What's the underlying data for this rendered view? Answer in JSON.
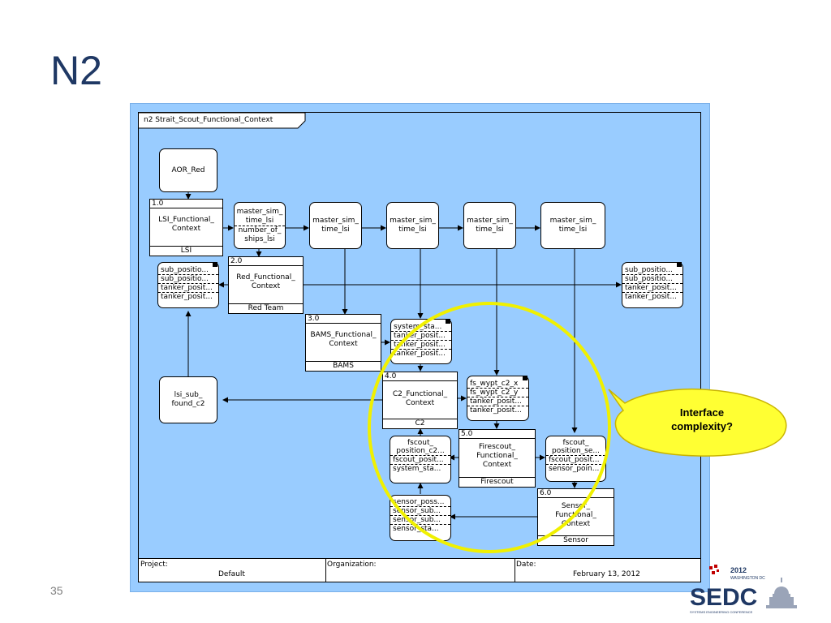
{
  "slide": {
    "title": "N2",
    "page_number": "35"
  },
  "diagram": {
    "tab_title": "n2 Strait_Scout_Functional_Context",
    "nodes": {
      "aor_red": "AOR_Red",
      "lsi_sub_found_c2_line1": "lsi_sub_",
      "lsi_sub_found_c2_line2": "found_c2",
      "msim_a_line1": "master_sim_",
      "msim_a_line2": "time_lsi",
      "msim_a_line3": "number_of_",
      "msim_a_line4": "ships_lsi",
      "msim_line1": "master_sim_",
      "msim_line2": "time_lsi"
    },
    "stacks": {
      "left": [
        "sub_positio...",
        "sub_positio...",
        "tanker_posit...",
        "tanker_posit..."
      ],
      "right": [
        "sub_positio...",
        "sub_positio...",
        "tanker_posit...",
        "tanker_posit..."
      ],
      "bams_out": [
        "system_sta...",
        "tanker_posit...",
        "tanker_posit...",
        "tanker_posit..."
      ],
      "c2_out": [
        "fs_wypt_c2_x",
        "fs_wypt_c2_y",
        "tanker_posit...",
        "tanker_posit..."
      ],
      "fscout_left": [
        "fscout_",
        "position_c2...",
        "fscout_posit...",
        "system_sta..."
      ],
      "fscout_right": [
        "fscout_",
        "position_se...",
        "fscout_posit...",
        "sensor_poin..."
      ],
      "sensor_out": [
        "sensor_poss...",
        "sensor_sub...",
        "sensor_sub...",
        "sensor_sta..."
      ]
    },
    "functions": {
      "f1": {
        "num": "1.0",
        "line1": "LSI_Functional_",
        "line2": "Context",
        "owner": "LSI"
      },
      "f2": {
        "num": "2.0",
        "line1": "Red_Functional_",
        "line2": "Context",
        "owner": "Red Team"
      },
      "f3": {
        "num": "3.0",
        "line1": "BAMS_Functional_",
        "line2": "Context",
        "owner": "BAMS"
      },
      "f4": {
        "num": "4.0",
        "line1": "C2_Functional_",
        "line2": "Context",
        "owner": "C2"
      },
      "f5": {
        "num": "5.0",
        "line1": "Firescout_",
        "line2": "Functional_",
        "line3": "Context",
        "owner": "Firescout"
      },
      "f6": {
        "num": "6.0",
        "line1": "Sensor_",
        "line2": "Functional_",
        "line3": "Context",
        "owner": "Sensor"
      }
    },
    "footer": {
      "project_label": "Project:",
      "project_value": "Default",
      "organization_label": "Organization:",
      "date_label": "Date:",
      "date_value": "February 13, 2012"
    }
  },
  "callout": {
    "line1": "Interface",
    "line2": "complexity?",
    "fill": "#ffff33",
    "highlight_color": "#f0f000"
  },
  "logo": {
    "year": "2012",
    "location": "WASHINGTON DC",
    "mark": "SEDC",
    "tagline": "SYSTEMS ENGINEERING CONFERENCE"
  },
  "colors": {
    "title": "#1f3864",
    "diagram_bg": "#99ccff"
  }
}
